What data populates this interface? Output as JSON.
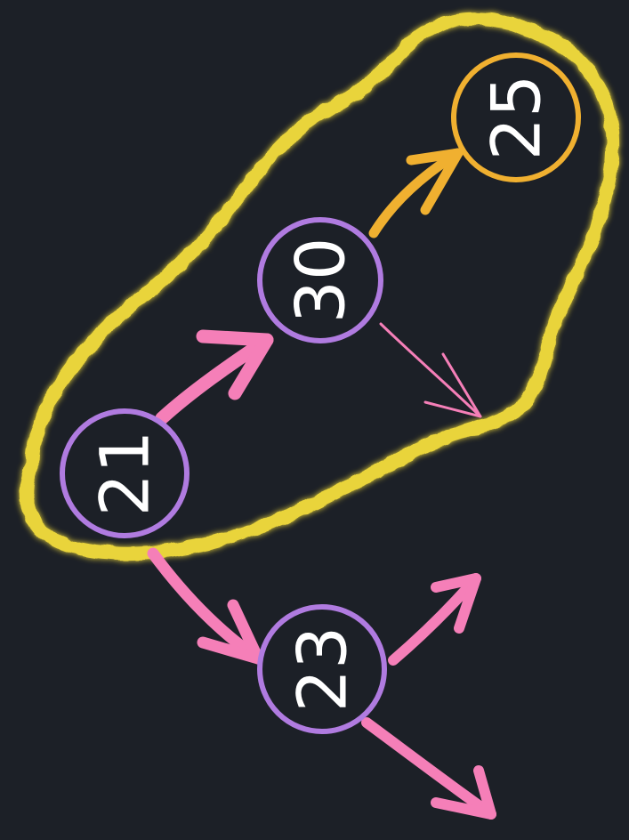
{
  "diagram": {
    "background_color": "#1c2027",
    "highlight_color": "#e9d43a",
    "node_stroke_purple": "#b07be0",
    "node_stroke_orange": "#f0b030",
    "arrow_pink": "#f57fb8",
    "arrow_orange": "#f0b030",
    "text_color": "#ffffff",
    "nodes": [
      {
        "id": "n21",
        "label": "21",
        "stroke": "purple",
        "highlighted": true
      },
      {
        "id": "n30",
        "label": "30",
        "stroke": "purple",
        "highlighted": true
      },
      {
        "id": "n25",
        "label": "25",
        "stroke": "orange",
        "highlighted": true
      },
      {
        "id": "n23",
        "label": "23",
        "stroke": "purple",
        "highlighted": false
      }
    ],
    "edges": [
      {
        "from": "21",
        "to": "30",
        "color": "pink"
      },
      {
        "from": "30",
        "to": "25",
        "color": "orange"
      },
      {
        "from": "30",
        "to": "",
        "color": "pink",
        "style": "thin"
      },
      {
        "from": "21",
        "to": "23",
        "color": "pink"
      },
      {
        "from": "23",
        "to": "",
        "color": "pink"
      },
      {
        "from": "23",
        "to": "",
        "color": "pink"
      }
    ]
  }
}
